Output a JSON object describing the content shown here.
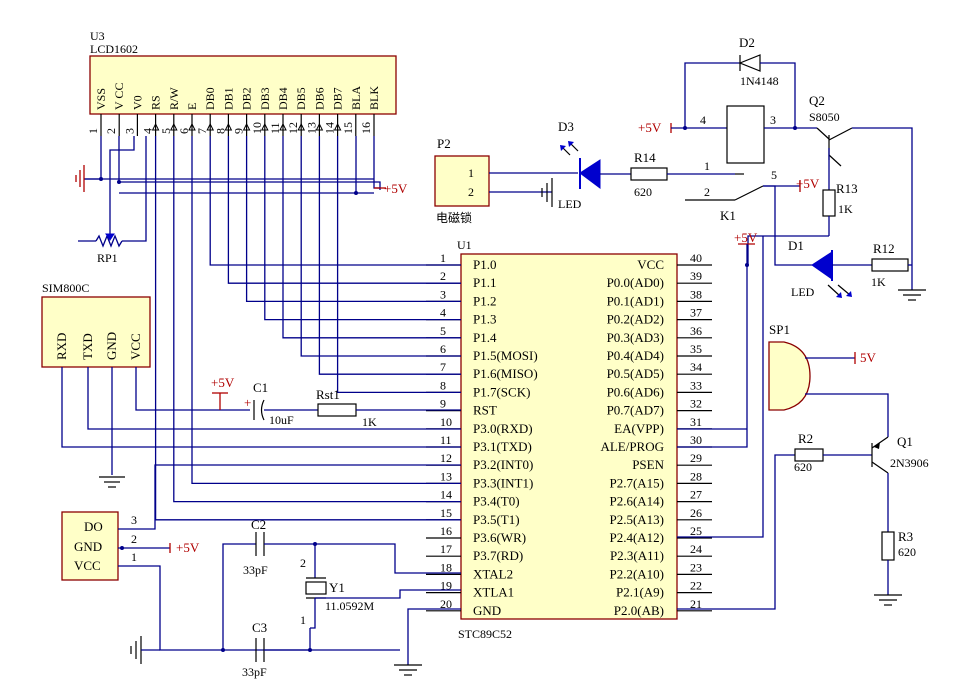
{
  "lcd": {
    "ref": "U3",
    "part": "LCD1602",
    "pins": [
      "VSS",
      "V CC",
      "V0",
      "RS",
      "R/W",
      "E",
      "DB0",
      "DB1",
      "DB2",
      "DB3",
      "DB4",
      "DB5",
      "DB6",
      "DB7",
      "BLA",
      "BLK"
    ],
    "pin_numbers": [
      "1",
      "2",
      "3",
      "4",
      "5",
      "6",
      "7",
      "8",
      "9",
      "10",
      "11",
      "12",
      "13",
      "14",
      "15",
      "16"
    ]
  },
  "mcu": {
    "ref": "U1",
    "part": "STC89C52",
    "left_pins": [
      {
        "num": "1",
        "name": "P1.0"
      },
      {
        "num": "2",
        "name": "P1.1"
      },
      {
        "num": "3",
        "name": "P1.2"
      },
      {
        "num": "4",
        "name": "P1.3"
      },
      {
        "num": "5",
        "name": "P1.4"
      },
      {
        "num": "6",
        "name": "P1.5(MOSI)"
      },
      {
        "num": "7",
        "name": "P1.6(MISO)"
      },
      {
        "num": "8",
        "name": "P1.7(SCK)"
      },
      {
        "num": "9",
        "name": "RST"
      },
      {
        "num": "10",
        "name": "P3.0(RXD)"
      },
      {
        "num": "11",
        "name": "P3.1(TXD)"
      },
      {
        "num": "12",
        "name": "P3.2(INT0)"
      },
      {
        "num": "13",
        "name": "P3.3(INT1)"
      },
      {
        "num": "14",
        "name": "P3.4(T0)"
      },
      {
        "num": "15",
        "name": "P3.5(T1)"
      },
      {
        "num": "16",
        "name": "P3.6(WR)"
      },
      {
        "num": "17",
        "name": "P3.7(RD)"
      },
      {
        "num": "18",
        "name": "XTAL2"
      },
      {
        "num": "19",
        "name": "XTLA1"
      },
      {
        "num": "20",
        "name": "GND"
      }
    ],
    "right_pins": [
      {
        "num": "40",
        "name": "VCC"
      },
      {
        "num": "39",
        "name": "P0.0(AD0)"
      },
      {
        "num": "38",
        "name": "P0.1(AD1)"
      },
      {
        "num": "37",
        "name": "P0.2(AD2)"
      },
      {
        "num": "36",
        "name": "P0.3(AD3)"
      },
      {
        "num": "35",
        "name": "P0.4(AD4)"
      },
      {
        "num": "34",
        "name": "P0.5(AD5)"
      },
      {
        "num": "33",
        "name": "P0.6(AD6)"
      },
      {
        "num": "32",
        "name": "P0.7(AD7)"
      },
      {
        "num": "31",
        "name": "EA(VPP)"
      },
      {
        "num": "30",
        "name": "ALE/PROG"
      },
      {
        "num": "29",
        "name": "PSEN"
      },
      {
        "num": "28",
        "name": "P2.7(A15)"
      },
      {
        "num": "27",
        "name": "P2.6(A14)"
      },
      {
        "num": "26",
        "name": "P2.5(A13)"
      },
      {
        "num": "25",
        "name": "P2.4(A12)"
      },
      {
        "num": "24",
        "name": "P2.3(A11)"
      },
      {
        "num": "23",
        "name": "P2.2(A10)"
      },
      {
        "num": "22",
        "name": "P2.1(A9)"
      },
      {
        "num": "21",
        "name": "P2.0(AB)"
      }
    ]
  },
  "sim": {
    "part": "SIM800C",
    "pins": [
      "RXD",
      "TXD",
      "GND",
      "VCC"
    ]
  },
  "sensor": {
    "pins": [
      "DO",
      "GND",
      "VCC"
    ],
    "pin_numbers": [
      "3",
      "2",
      "1"
    ]
  },
  "components": {
    "rp1": "RP1",
    "c1_ref": "C1",
    "c1_val": "10uF",
    "rst1_ref": "Rst1",
    "rst1_val": "1K",
    "c2_ref": "C2",
    "c2_val": "33pF",
    "c3_ref": "C3",
    "c3_val": "33pF",
    "y1_ref": "Y1",
    "y1_val": "11.0592M",
    "y1_pin1": "1",
    "y1_pin2": "2",
    "p2_ref": "P2",
    "p2_label": "电磁锁",
    "p2_pin1": "1",
    "p2_pin2": "2",
    "d3_ref": "D3",
    "d3_label": "LED",
    "r14_ref": "R14",
    "r14_val": "620",
    "d2_ref": "D2",
    "d2_val": "1N4148",
    "k1_ref": "K1",
    "k1_p4": "4",
    "k1_p3": "3",
    "k1_p1": "1",
    "k1_p2": "2",
    "k1_p5": "5",
    "q2_ref": "Q2",
    "q2_val": "S8050",
    "r13_ref": "R13",
    "r13_val": "1K",
    "d1_ref": "D1",
    "d1_label": "LED",
    "r12_ref": "R12",
    "r12_val": "1K",
    "sp1_ref": "SP1",
    "r2_ref": "R2",
    "r2_val": "620",
    "q1_ref": "Q1",
    "q1_val": "2N3906",
    "r3_ref": "R3",
    "r3_val": "620",
    "plus": "+",
    "vcc_label": "+5V",
    "sp_vcc": "5V"
  }
}
